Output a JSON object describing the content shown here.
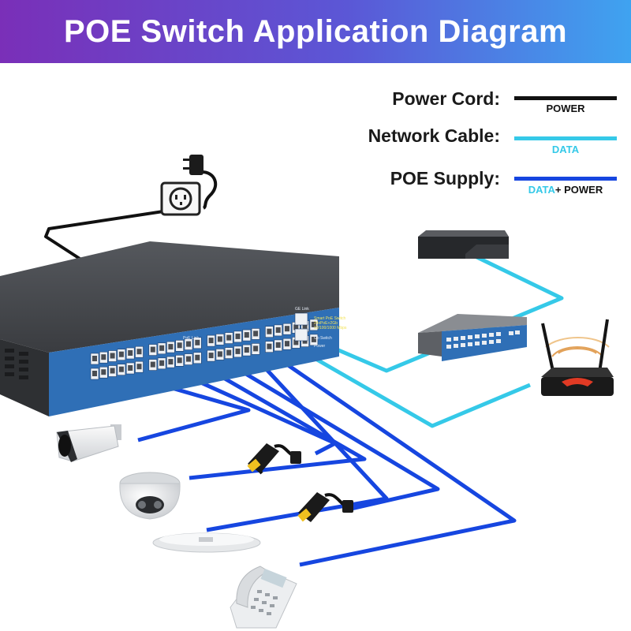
{
  "title": "POE Switch Application Diagram",
  "legend": {
    "items": [
      {
        "label": "Power Cord:",
        "caption": "POWER",
        "color": "#111111"
      },
      {
        "label": "Network Cable:",
        "caption": "DATA",
        "color": "#35c9e8"
      },
      {
        "label": "POE Supply:",
        "caption_a": "DATA",
        "caption_b": "+ POWER",
        "color": "#1646e0"
      }
    ]
  },
  "switch": {
    "panel_lines": [
      "Smart PoE Switch",
      "24xPoE+2Gb",
      "10/100/1000 Mbps"
    ],
    "poe_link_label": "PoE Link",
    "uplink_label": "GE Link",
    "brand_label": "Gb Switch",
    "power_label": "Power"
  },
  "colors": {
    "power": "#111111",
    "data": "#35c9e8",
    "poe": "#1646e0",
    "switch_body": "#3f4145",
    "switch_panel": "#2f6fb6"
  },
  "devices": [
    "power-socket-icon",
    "nvr-recorder-icon",
    "network-switch-icon",
    "wifi-router-icon",
    "bullet-camera-icon",
    "dome-camera-icon",
    "wireless-access-point-icon",
    "ip-phone-icon",
    "poe-splitter-icon"
  ]
}
